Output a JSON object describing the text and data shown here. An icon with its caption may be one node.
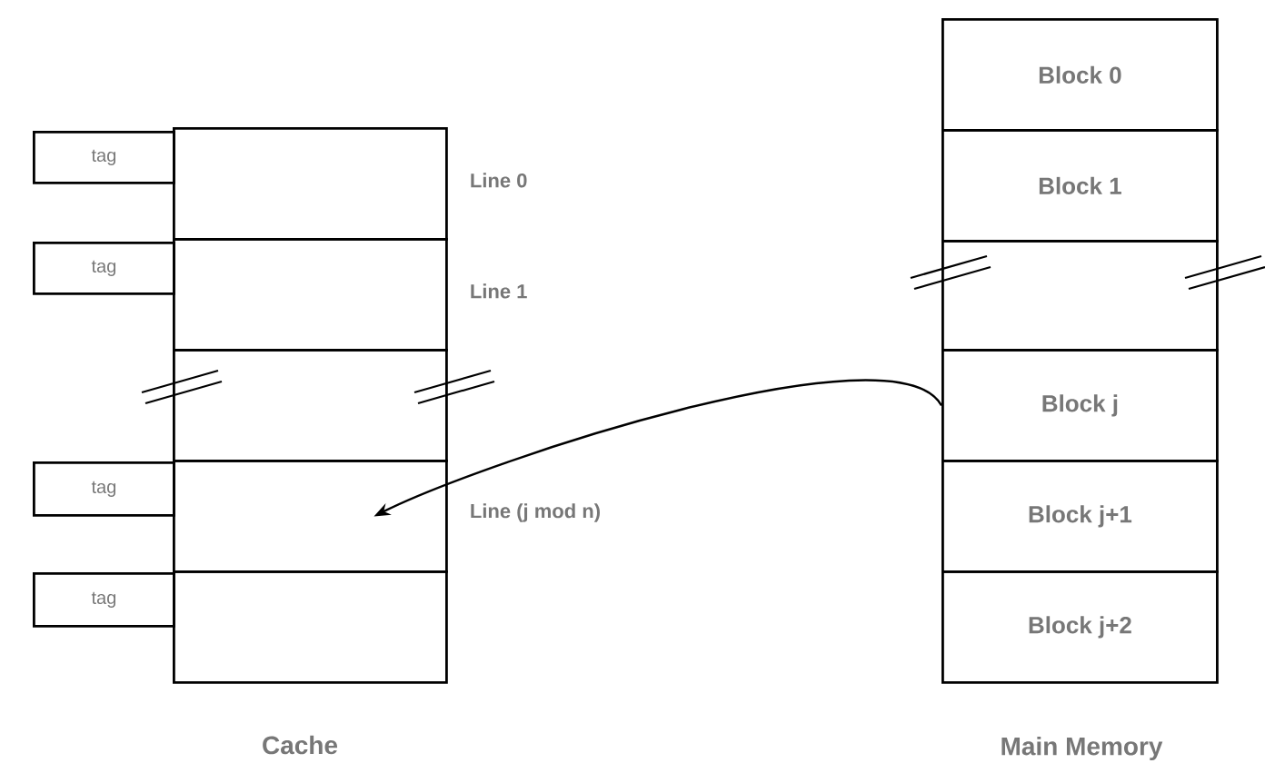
{
  "diagram": {
    "nodes": [
      {
        "text": [
          "tag"
        ]
      },
      {
        "text": [],
        "shape": "box",
        "beside": [
          "Line 0"
        ]
      },
      {
        "text": [
          "tag"
        ]
      },
      {
        "text": [],
        "shape": "box",
        "beside": [
          "Line 1"
        ]
      },
      {
        "text": [],
        "shape": "box"
      },
      {
        "text": [
          "tag"
        ]
      },
      {
        "text": [],
        "shape": "box",
        "beside": [
          "Line (j mod n)"
        ]
      },
      {
        "text": [
          "tag"
        ]
      },
      {
        "text": [],
        "shape": "box"
      },
      {
        "text": [
          "Block 0"
        ]
      },
      {
        "text": [
          "Block 1"
        ]
      },
      {
        "text": [],
        "shape": "box"
      },
      {
        "text": [
          "Block j"
        ]
      },
      {
        "text": [
          "Block j+1"
        ]
      },
      {
        "text": [
          "Block j+2"
        ]
      }
    ],
    "edges": [
      {
        "from": 12,
        "to": 6,
        "arrow": "to"
      }
    ],
    "labels": [
      "Cache",
      "Main Memory"
    ]
  }
}
